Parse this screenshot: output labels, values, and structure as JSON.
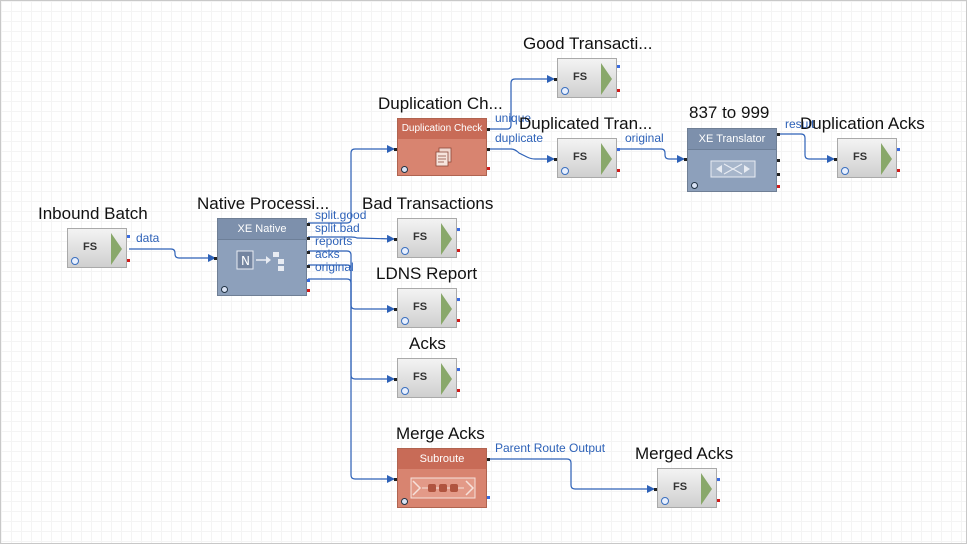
{
  "diagram": {
    "nodes": {
      "inbound_batch": {
        "title": "Inbound Batch",
        "type": "FS"
      },
      "native_processing": {
        "title": "Native Processi...",
        "type": "XE Native"
      },
      "duplication_check": {
        "title": "Duplication Ch...",
        "type": "Duplication Check"
      },
      "good_transactions": {
        "title": "Good Transacti...",
        "type": "FS"
      },
      "duplicated_transactions": {
        "title": "Duplicated Tran...",
        "type": "FS"
      },
      "t837_to_999": {
        "title": "837 to 999",
        "type": "XE Translator"
      },
      "duplication_acks": {
        "title": "Duplication Acks",
        "type": "FS"
      },
      "bad_transactions": {
        "title": "Bad Transactions",
        "type": "FS"
      },
      "ldns_report": {
        "title": "LDNS Report",
        "type": "FS"
      },
      "acks": {
        "title": "Acks",
        "type": "FS"
      },
      "merge_acks": {
        "title": "Merge Acks",
        "type": "Subroute"
      },
      "merged_acks": {
        "title": "Merged Acks",
        "type": "FS"
      }
    },
    "port_labels": {
      "data": "data",
      "split_good": "split.good",
      "split_bad": "split.bad",
      "reports": "reports",
      "acks": "acks",
      "original": "original",
      "unique": "unique",
      "duplicate": "duplicate",
      "original2": "original",
      "result": "result",
      "parent_route_output": "Parent Route Output"
    }
  },
  "colors": {
    "wire": "#2e62b8",
    "xe_box": "#8da0bb",
    "red_box": "#d88470",
    "fs_arrow": "#89a86a",
    "error_port": "#d01a1a"
  },
  "icons": [
    "magnifier-icon",
    "fs-arrow-icon",
    "native-convert-icon",
    "document-stack-icon",
    "translator-swap-icon",
    "subroute-chain-icon"
  ]
}
